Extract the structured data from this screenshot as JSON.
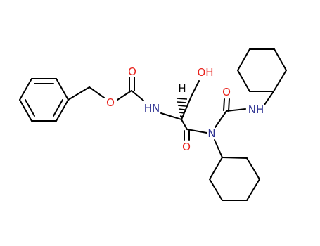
{
  "colors": {
    "bond": "#000000",
    "oxygen": "#e8221c",
    "nitrogen": "#2d3192"
  },
  "molecule": {
    "atoms": {
      "ester_O": "O",
      "carbonyl_O_1": "O",
      "carbamate_NH": "HN",
      "hydroxyl": "OH",
      "alpha_H": "H",
      "amide_O": "O",
      "amide_N": "N",
      "urea_O": "O",
      "urea_NH": "NH"
    }
  }
}
